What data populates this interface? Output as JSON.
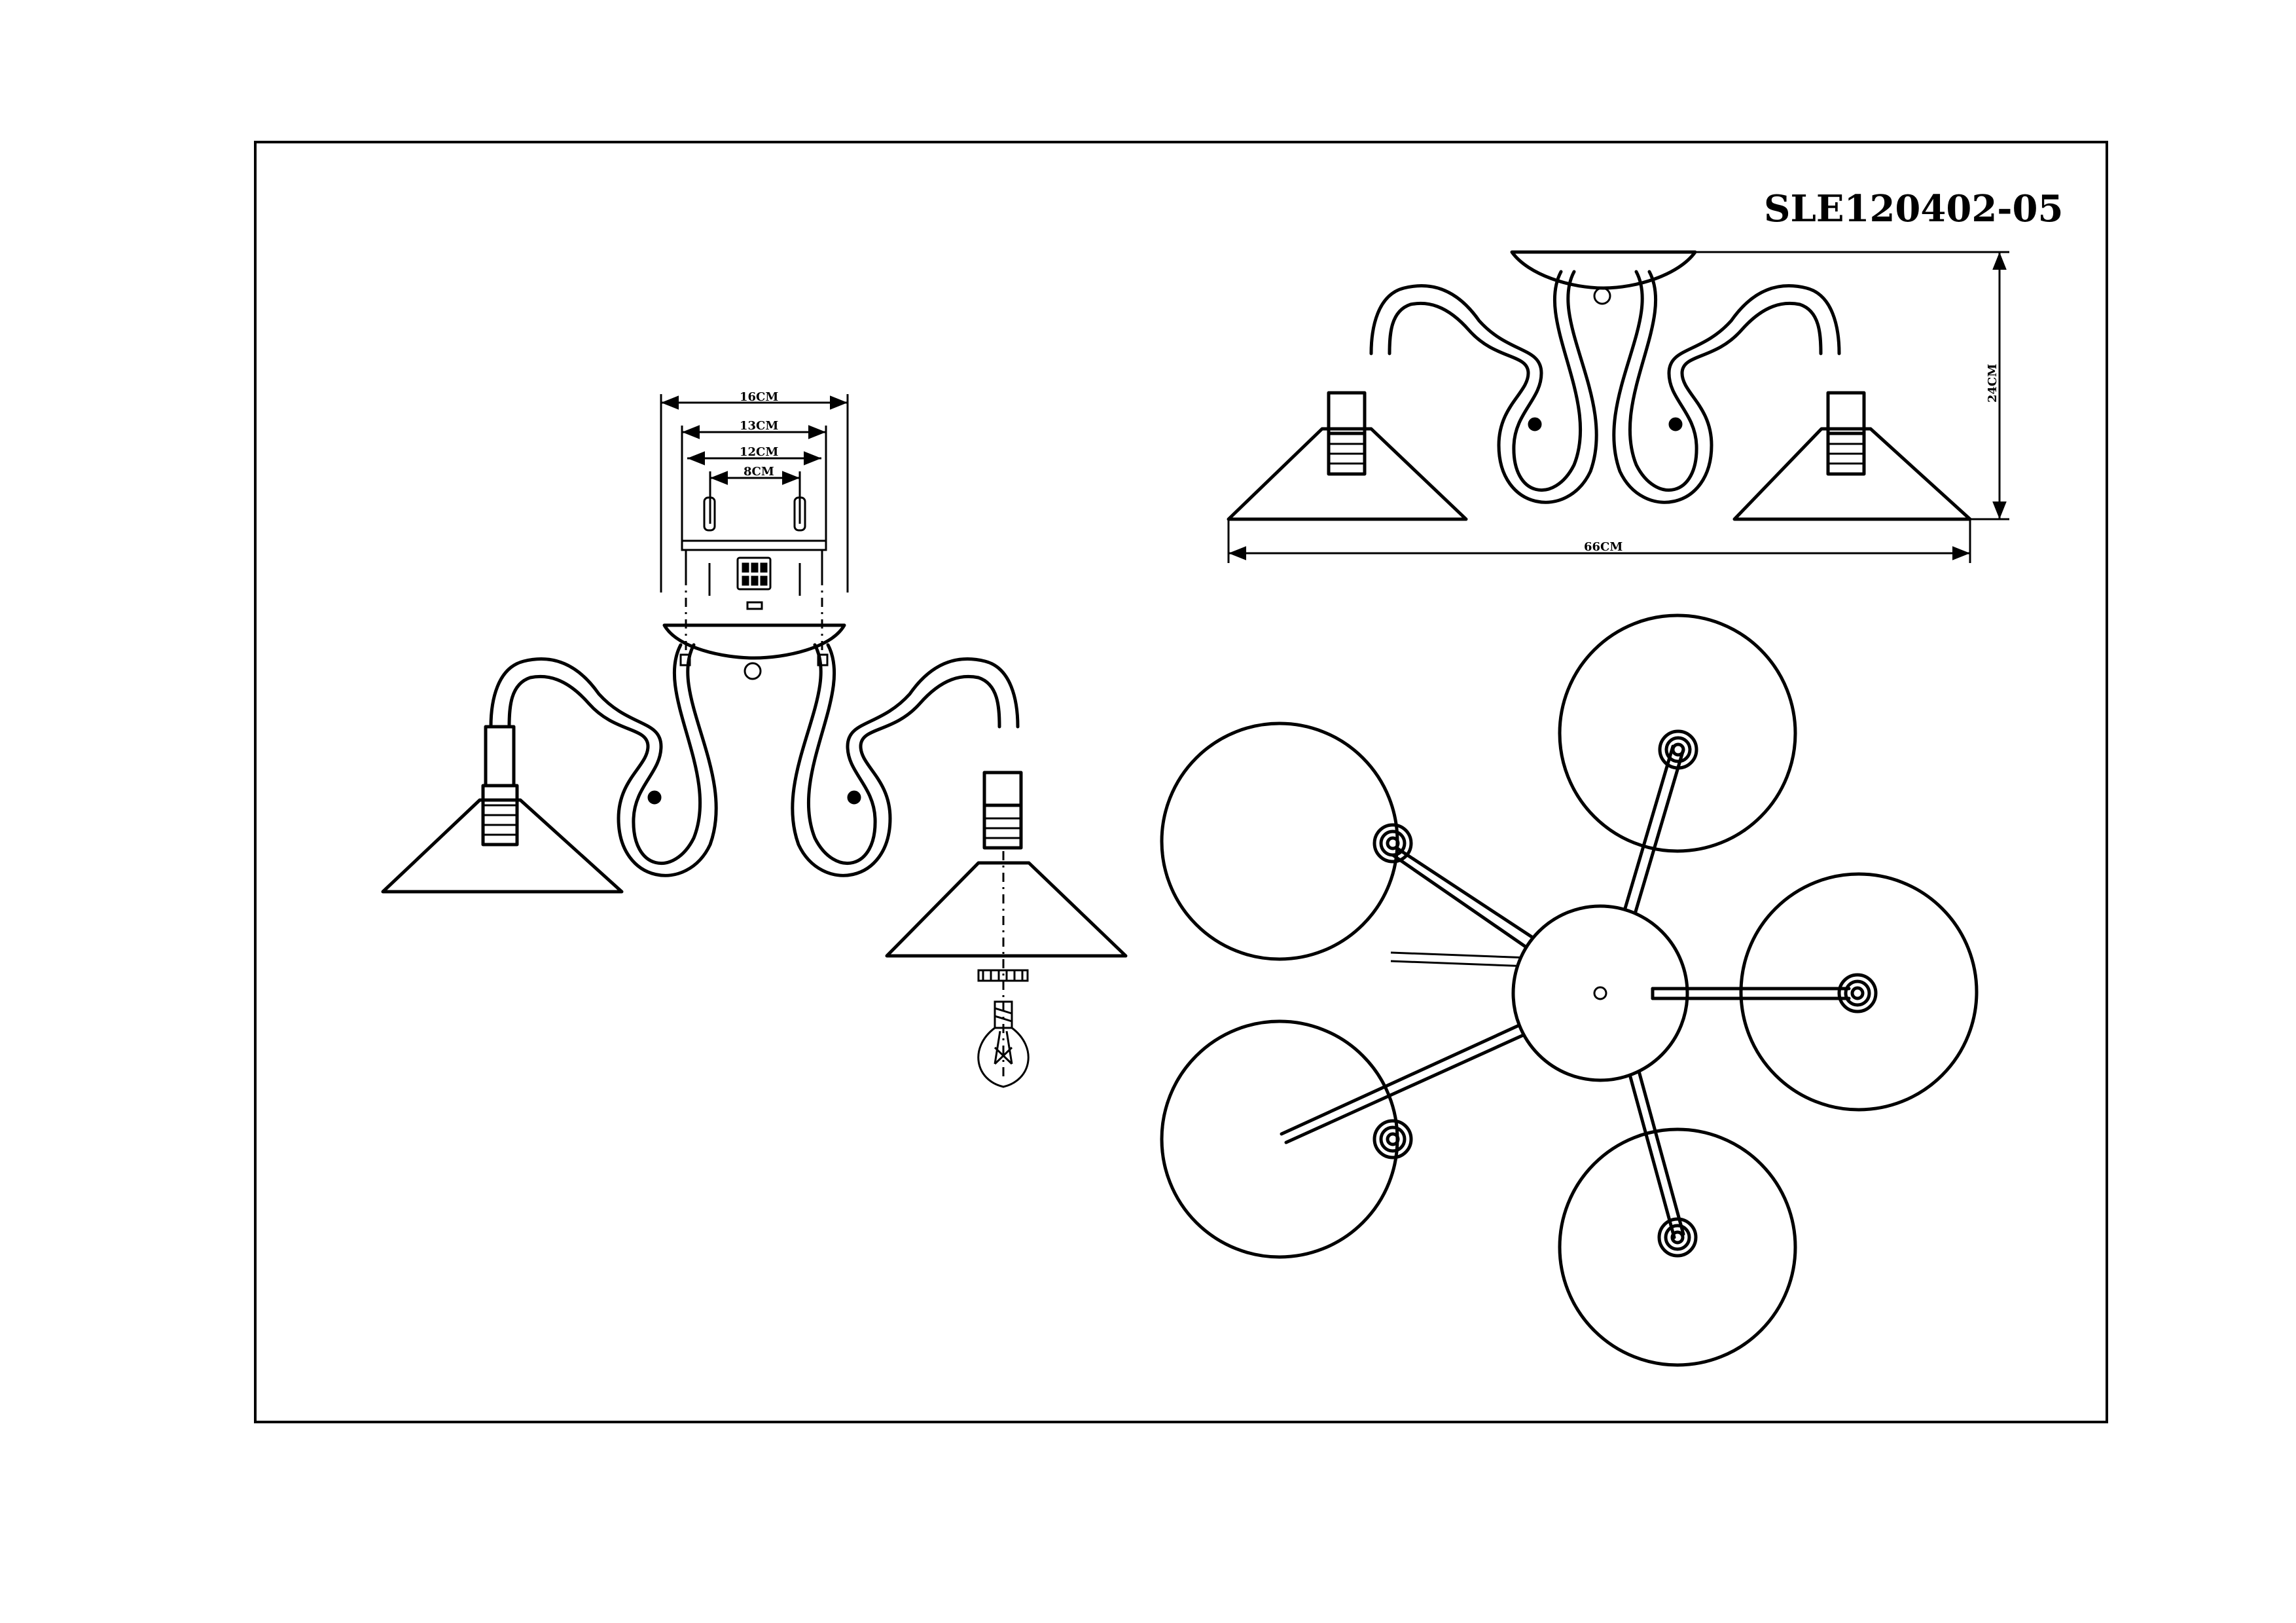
{
  "drawing": {
    "model_code": "SLE120402-05"
  },
  "dimensions": {
    "mount_width_outer": "16CM",
    "mount_width_mid": "13CM",
    "mount_width_inner": "12CM",
    "mount_hole_spacing": "8CM",
    "overall_width": "66CM",
    "overall_height": "24CM"
  },
  "fixture": {
    "arm_count": 5
  }
}
